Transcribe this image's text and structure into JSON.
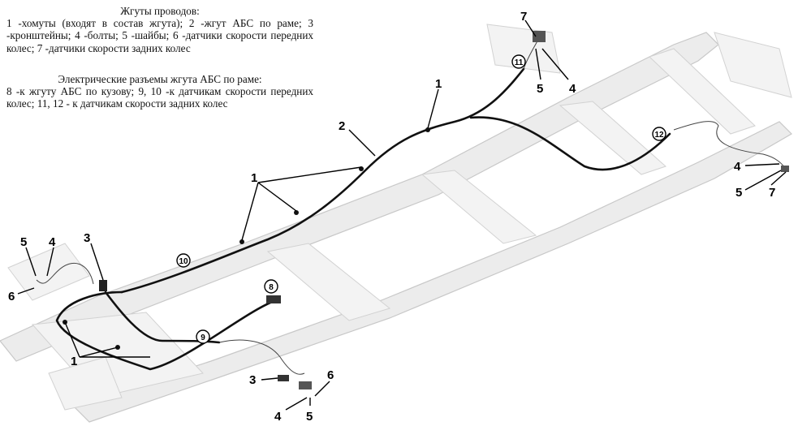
{
  "caption_harness": {
    "title": "Жгуты проводов:",
    "text": "1 -хомуты (входят в состав жгута); 2 -жгут АБС по раме; 3 -кронштейны; 4 -болты; 5 -шайбы; 6 -датчики скорости передних колес; 7 -датчики скорости задних колес"
  },
  "caption_connectors": {
    "title": "Электрические разъемы жгута АБС по раме:",
    "text": "8 -к жгуту АБС по кузову; 9, 10 -к датчикам скорости передних колес; 11, 12 - к датчикам скорости задних колес"
  },
  "callouts": {
    "c1_top": "1",
    "c1_mid": "1",
    "c1_bottom": "1",
    "c2": "2",
    "c3_left": "3",
    "c3_bottom": "3",
    "c4_left": "4",
    "c4_bottom": "4",
    "c4_top": "4",
    "c4_right": "4",
    "c5_left": "5",
    "c5_bottom": "5",
    "c5_top": "5",
    "c5_right": "5",
    "c6_left": "6",
    "c6_bottom": "6",
    "c7_top": "7",
    "c7_right": "7"
  },
  "connectors": {
    "k8": "8",
    "k9": "9",
    "k10": "10",
    "k11": "11",
    "k12": "12"
  }
}
